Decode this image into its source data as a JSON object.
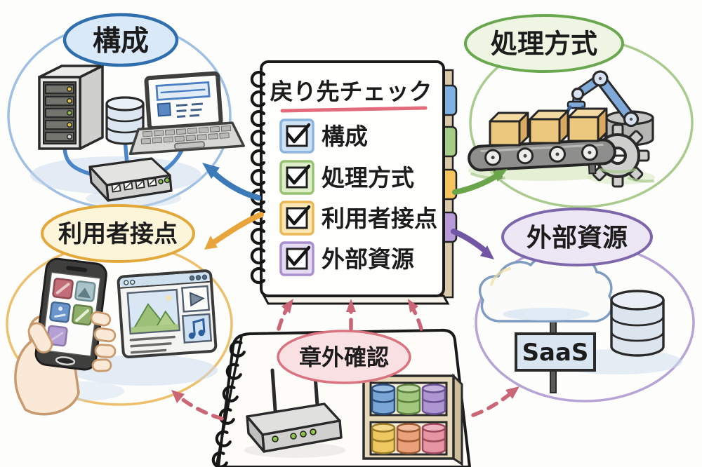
{
  "notebook": {
    "title": "戻り先チェック",
    "items": [
      {
        "label": "構成",
        "checked": true,
        "color": "#8ab4de"
      },
      {
        "label": "処理方式",
        "checked": true,
        "color": "#97c271"
      },
      {
        "label": "利用者接点",
        "checked": true,
        "color": "#e9b754"
      },
      {
        "label": "外部資源",
        "checked": true,
        "color": "#a98fcd"
      }
    ],
    "tab_colors": [
      "#7fb2e2",
      "#a6cd85",
      "#f6c45c",
      "#b79bd8"
    ]
  },
  "clusters": {
    "configuration": {
      "label": "構成",
      "accent": "#2f6fad",
      "icons": [
        "server-rack",
        "database-cylinder",
        "laptop",
        "network-switch"
      ]
    },
    "processing": {
      "label": "処理方式",
      "accent": "#69a84f",
      "icons": [
        "conveyor-belt",
        "cardboard-boxes",
        "robot-arm",
        "gear"
      ]
    },
    "user_touchpoint": {
      "label": "利用者接点",
      "accent": "#e2a83c",
      "icons": [
        "hand-smartphone",
        "media-browser-window"
      ]
    },
    "external_resources": {
      "label": "外部資源",
      "accent": "#7d67aa",
      "sign_text": "SaaS",
      "icons": [
        "cloud",
        "saas-sign",
        "database-cylinder"
      ]
    }
  },
  "footer": {
    "label": "章外確認",
    "accent": "#d9737f",
    "icons": [
      "wifi-router",
      "storage-shelf"
    ]
  },
  "palette": {
    "underline_pink": "#e26b7c",
    "dashed_arrow_pink": "#cb6676",
    "arrow_blue": "#3d7ab8",
    "arrow_green": "#6aa54c",
    "arrow_yellow": "#e8a53c",
    "arrow_purple": "#7157a3",
    "ink": "#1a1a1a"
  }
}
